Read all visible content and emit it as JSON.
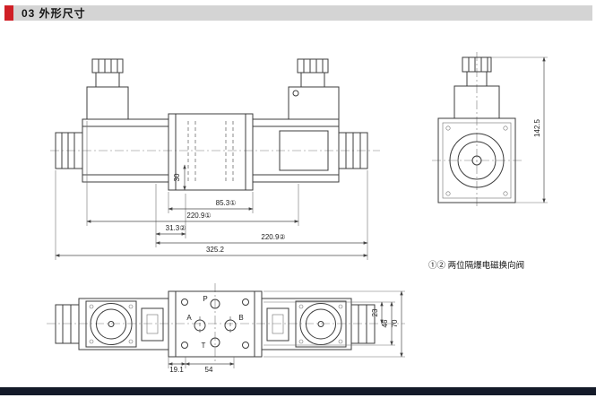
{
  "page": {
    "title": "03 外形尺寸"
  },
  "colors": {
    "accent_red": "#d01f26",
    "header_bar": "#d4d4d4",
    "footer_bar": "#141a29",
    "line": "#3c3c3c"
  },
  "note": "①② 两位隔爆电磁换向阀",
  "front_view": {
    "dim_30": "30",
    "dim_85_3": "85.3①",
    "dim_220_9_a": "220.9①",
    "dim_31_3": "31.3②",
    "dim_220_9_b": "220.9②",
    "dim_325_2": "325.2"
  },
  "side_view": {
    "dim_142_5": "142.5"
  },
  "bottom_view": {
    "port_p": "P",
    "port_a": "A",
    "port_b": "B",
    "port_t": "T",
    "dim_19_1": "19.1",
    "dim_54": "54",
    "dim_23": "23",
    "dim_46": "46",
    "dim_70": "70"
  }
}
